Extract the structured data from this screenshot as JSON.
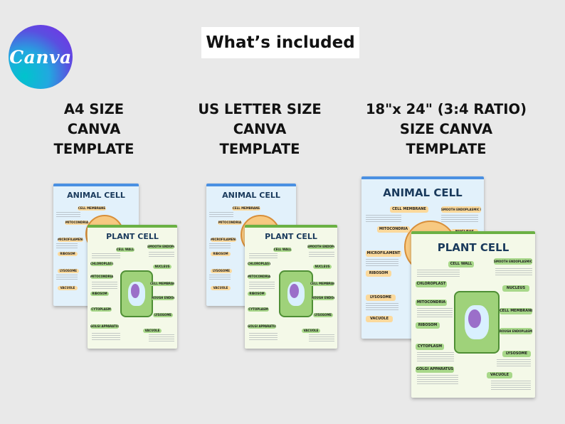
{
  "logo": {
    "text": "Canva"
  },
  "banner": {
    "title": "What’s included"
  },
  "columns": [
    {
      "title_lines": [
        "A4 SIZE",
        "CANVA",
        "TEMPLATE"
      ]
    },
    {
      "title_lines": [
        "US LETTER SIZE",
        "CANVA",
        "TEMPLATE"
      ]
    },
    {
      "title_lines": [
        "18\"x 24\" (3:4 RATIO)",
        "SIZE CANVA",
        "TEMPLATE"
      ]
    }
  ],
  "posters": {
    "animal": {
      "title": "ANIMAL CELL",
      "labels": [
        "CELL MEMBRANE",
        "MITOCONDRIA",
        "MICROFILAMENT",
        "RIBOSOM",
        "LYSOSOME",
        "VACUOLE",
        "SMOOTH ENDOPLASMIC RETICULUM",
        "NUCLEUS"
      ]
    },
    "plant": {
      "title": "PLANT CELL",
      "labels": [
        "CELL WALL",
        "CHLOROPLAST",
        "MITOCONDRIA",
        "RIBOSOM",
        "CYTOPLASM",
        "GOLGI APPARATUS",
        "SMOOTH ENDOPLASMIC RETICULUM",
        "NUCLEUS",
        "CELL MEMBRANE",
        "ROUGH ENDOPLASMIC RETICULUM",
        "LYSOSOME",
        "VACUOLE"
      ]
    }
  },
  "colors": {
    "animal_accent": "#4a90e2",
    "plant_accent": "#6bb144",
    "label_yellow": "#fbd99c",
    "label_green": "#a8d88a"
  }
}
